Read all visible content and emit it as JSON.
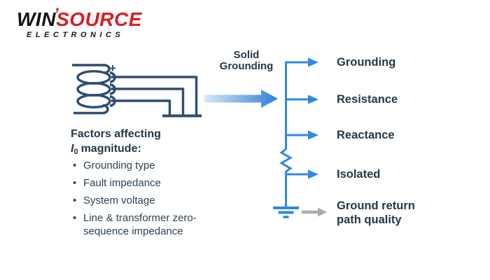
{
  "logo": {
    "win": "WIN",
    "accent": "’",
    "source": "SOURCE",
    "subtitle": "ELECTRONICS"
  },
  "coil": {
    "plus": "+"
  },
  "arrow": {
    "label_line1": "Solid",
    "label_line2": "Grounding"
  },
  "factors": {
    "heading_line1": "Factors affecting",
    "symbol": "I",
    "symbol_sub": "0",
    "heading_line2_rest": "magnitude:",
    "bullet": "•",
    "items": [
      "Grounding type",
      "Fault impedance",
      "System voltage",
      "Line & transformer zero-sequence impedance"
    ]
  },
  "branches": {
    "items": [
      "Grounding",
      "Resistance",
      "Reactance",
      "Isolated"
    ],
    "ground_note": "Ground return path quality"
  },
  "colors": {
    "accent_blue": "#3188e0",
    "coil_navy": "#2e4d70",
    "text_navy": "#24384a",
    "body_navy": "#2e4156",
    "arrow_gradient_start": "#d7e7f7",
    "arrow_gradient_end": "#2e7fd6",
    "gray_arrow": "#a7adb4",
    "logo_red": "#d42127",
    "logo_black": "#141414"
  }
}
